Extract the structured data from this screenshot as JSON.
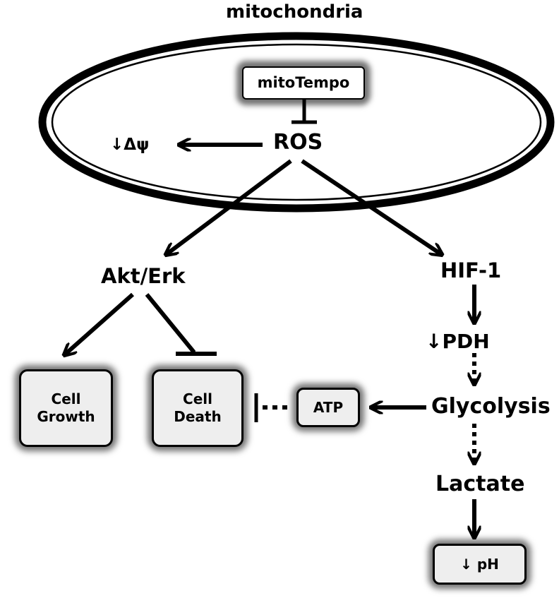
{
  "title": "mitochondria",
  "nodes": {
    "mitotempo": "mitoTempo",
    "ros": "ROS",
    "potential": "↓Δψ",
    "akt_erk": "Akt/Erk",
    "hif1": "HIF-1",
    "pdh": "↓PDH",
    "glycolysis": "Glycolysis",
    "lactate": "Lactate",
    "atp": "ATP",
    "cell_growth": [
      "Cell",
      "Growth"
    ],
    "cell_death": [
      "Cell",
      "Death"
    ],
    "ph": "↓ pH"
  }
}
